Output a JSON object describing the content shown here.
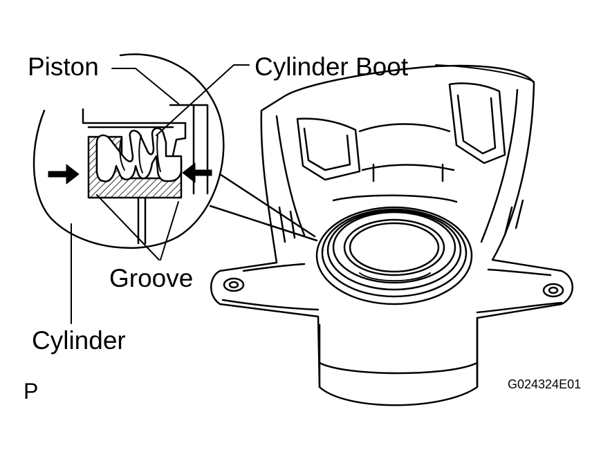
{
  "labels": {
    "piston": "Piston",
    "cylinder_boot": "Cylinder Boot",
    "groove": "Groove",
    "cylinder": "Cylinder",
    "corner_mark": "P",
    "figure_code": "G024324E01"
  }
}
